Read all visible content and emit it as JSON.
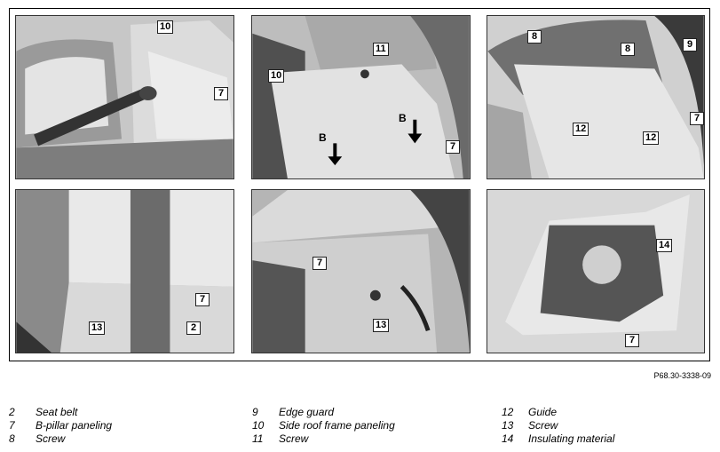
{
  "callouts": {
    "p1": [
      "10",
      "7"
    ],
    "p2": [
      "11",
      "10",
      "B",
      "B",
      "7"
    ],
    "p3": [
      "8",
      "8",
      "9",
      "7",
      "12",
      "12"
    ],
    "p4": [
      "7",
      "13",
      "2"
    ],
    "p5": [
      "7",
      "13"
    ],
    "p6": [
      "14",
      "7"
    ]
  },
  "reference": "P68.30-3338-09",
  "legend": [
    {
      "num": "2",
      "text": "Seat belt"
    },
    {
      "num": "7",
      "text": "B-pillar paneling"
    },
    {
      "num": "8",
      "text": "Screw"
    },
    {
      "num": "9",
      "text": "Edge guard"
    },
    {
      "num": "10",
      "text": "Side roof frame paneling"
    },
    {
      "num": "11",
      "text": "Screw"
    },
    {
      "num": "12",
      "text": "Guide"
    },
    {
      "num": "13",
      "text": "Screw"
    },
    {
      "num": "14",
      "text": "Insulating material"
    }
  ]
}
